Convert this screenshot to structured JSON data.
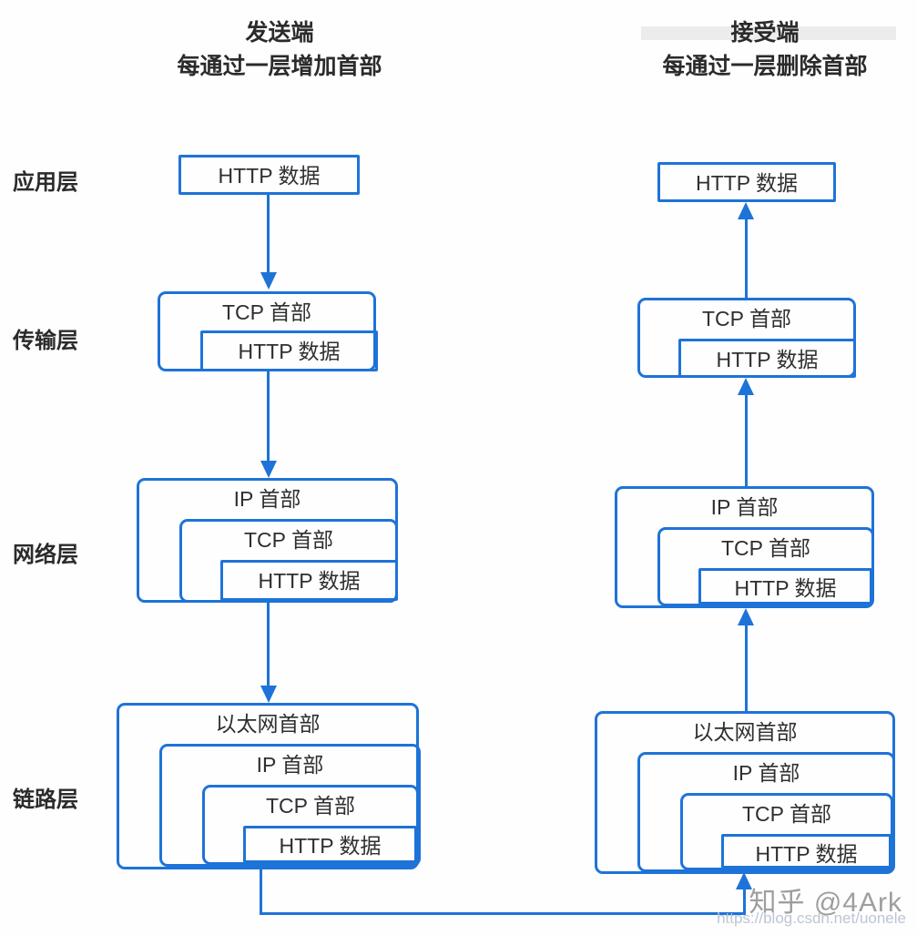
{
  "titles": {
    "sender": {
      "line1": "发送端",
      "line2": "每通过一层增加首部"
    },
    "receiver": {
      "line1": "接受端",
      "line2": "每通过一层删除首部"
    }
  },
  "layers": [
    "应用层",
    "传输层",
    "网络层",
    "链路层"
  ],
  "sender_stack": {
    "application": [
      "HTTP 数据"
    ],
    "transport": [
      "TCP 首部",
      "HTTP 数据"
    ],
    "network": [
      "IP 首部",
      "TCP 首部",
      "HTTP 数据"
    ],
    "link": [
      "以太网首部",
      "IP 首部",
      "TCP 首部",
      "HTTP 数据"
    ]
  },
  "receiver_stack": {
    "application": [
      "HTTP 数据"
    ],
    "transport": [
      "TCP 首部",
      "HTTP 数据"
    ],
    "network": [
      "IP 首部",
      "TCP 首部",
      "HTTP 数据"
    ],
    "link": [
      "以太网首部",
      "IP 首部",
      "TCP 首部",
      "HTTP 数据"
    ]
  },
  "watermark": {
    "credit": "知乎 @4Ark",
    "url": "https://blog.csdn.net/uonele"
  },
  "colors": {
    "line_blue": "#1e73d8",
    "text_dark": "#2b2b2b",
    "watermark_gray": "#9e9e9e",
    "url_gray": "#bcc6d4",
    "band_gray": "#ececec"
  }
}
